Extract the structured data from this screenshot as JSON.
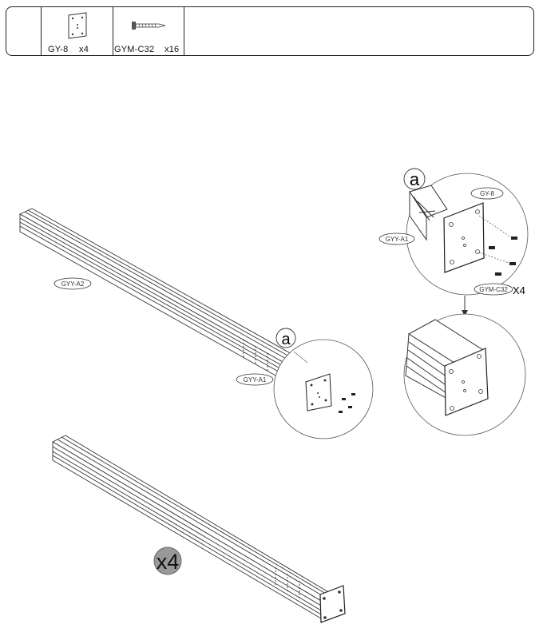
{
  "parts": [
    {
      "code": "GY-8",
      "qty": "x4",
      "icon": "square-plate-icon"
    },
    {
      "code": "GYM-C32",
      "qty": "x16",
      "icon": "screw-icon"
    }
  ],
  "callouts": {
    "rail_long": "GYY-A2",
    "rail_end": "GYY-A1",
    "detail_letter": "a",
    "zoom_rail": "GYY-A1",
    "zoom_plate": "GY-8",
    "zoom_screw": "GYM-C32",
    "zoom_screw_qty": "X4",
    "repeat_badge": "x4"
  }
}
